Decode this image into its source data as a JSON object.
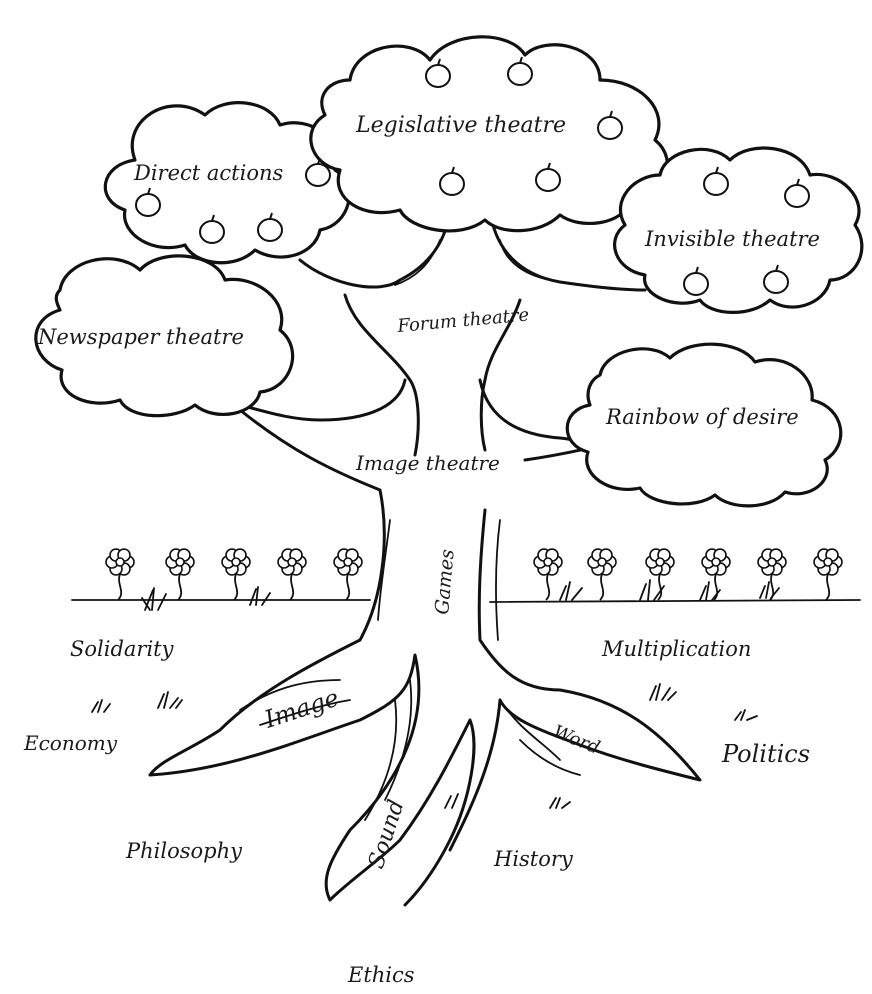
{
  "branches": {
    "direct_actions": "Direct actions",
    "legislative_theatre": "Legislative theatre",
    "invisible_theatre": "Invisible theatre",
    "newspaper_theatre": "Newspaper theatre",
    "rainbow_of_desire": "Rainbow of desire"
  },
  "trunk": {
    "forum_theatre": "Forum theatre",
    "image_theatre": "Image theatre",
    "games": "Games"
  },
  "roots": {
    "image": "Image",
    "sound": "Sound",
    "word": "Word"
  },
  "soil": {
    "solidarity": "Solidarity",
    "multiplication": "Multiplication",
    "economy": "Economy",
    "politics": "Politics",
    "philosophy": "Philosophy",
    "history": "History",
    "ethics": "Ethics"
  }
}
